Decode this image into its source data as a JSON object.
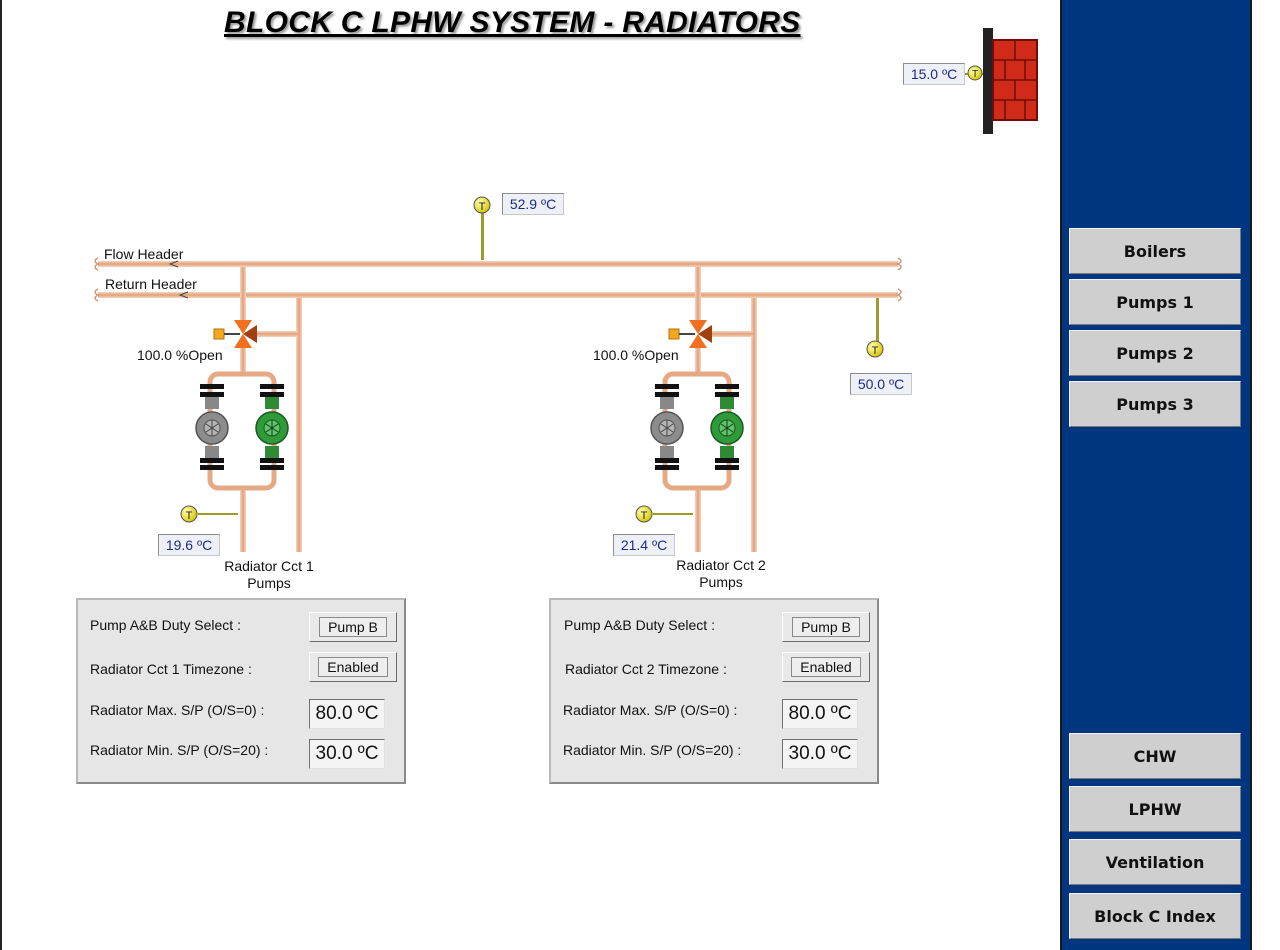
{
  "title": "BLOCK C LPHW SYSTEM - RADIATORS",
  "outside_temp": "15.0 ºC",
  "flow_header": {
    "label": "Flow Header",
    "temp": "52.9 ºC"
  },
  "return_header": {
    "label": "Return Header",
    "temp": "50.0 ºC"
  },
  "circuit1": {
    "valve_label": "100.0 %Open",
    "return_temp": "19.6 ºC",
    "name_line1": "Radiator Cct 1",
    "name_line2": "Pumps",
    "rows": [
      {
        "label": "Pump A&B Duty Select :",
        "value": "Pump B"
      },
      {
        "label": "Radiator Cct 1 Timezone :",
        "value": "Enabled"
      },
      {
        "label": "Radiator Max. S/P (O/S=0) :",
        "value": "80.0 ºC"
      },
      {
        "label": "Radiator Min. S/P (O/S=20) :",
        "value": "30.0 ºC"
      }
    ]
  },
  "circuit2": {
    "valve_label": "100.0 %Open",
    "return_temp": "21.4 ºC",
    "name_line1": "Radiator Cct 2",
    "name_line2": "Pumps",
    "rows": [
      {
        "label": "Pump A&B Duty Select :",
        "value": "Pump B"
      },
      {
        "label": "Radiator Cct 2 Timezone :",
        "value": "Enabled"
      },
      {
        "label": "Radiator Max. S/P (O/S=0) :",
        "value": "80.0 ºC"
      },
      {
        "label": "Radiator Min. S/P (O/S=20) :",
        "value": "30.0 ºC"
      }
    ]
  },
  "sensor_letter": "T",
  "nav_top": [
    "Boilers",
    "Pumps 1",
    "Pumps 2",
    "Pumps 3"
  ],
  "nav_bottom": [
    "CHW",
    "LPHW",
    "Ventilation",
    "Block C Index"
  ],
  "colors": {
    "sidebar": "#003580",
    "pipe": "#e8b088",
    "pump_running": "#2e9a3a",
    "pump_standby": "#8c8c8c",
    "valve": "#f07020",
    "sensor": "#f3f020",
    "wall": "#d22a18"
  }
}
